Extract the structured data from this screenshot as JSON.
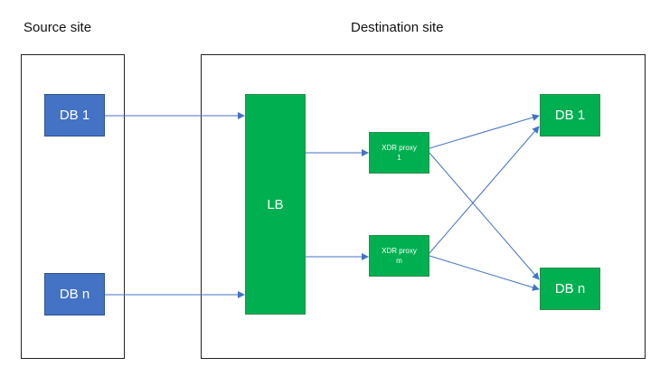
{
  "source_site": {
    "title": "Source site",
    "nodes": [
      {
        "id": "src_db1",
        "label": "DB 1"
      },
      {
        "id": "src_dbn",
        "label": "DB n"
      }
    ]
  },
  "destination_site": {
    "title": "Destination site",
    "load_balancer": {
      "id": "lb",
      "label": "LB"
    },
    "proxies": [
      {
        "id": "proxy1",
        "label": "XDR proxy\n1"
      },
      {
        "id": "proxym",
        "label": "XDR proxy\nm"
      }
    ],
    "nodes": [
      {
        "id": "dst_db1",
        "label": "DB 1"
      },
      {
        "id": "dst_dbn",
        "label": "DB n"
      }
    ]
  },
  "edges": [
    {
      "from": "src_db1",
      "to": "lb"
    },
    {
      "from": "src_dbn",
      "to": "lb"
    },
    {
      "from": "lb",
      "to": "proxy1"
    },
    {
      "from": "lb",
      "to": "proxym"
    },
    {
      "from": "proxy1",
      "to": "dst_db1"
    },
    {
      "from": "proxy1",
      "to": "dst_dbn"
    },
    {
      "from": "proxym",
      "to": "dst_db1"
    },
    {
      "from": "proxym",
      "to": "dst_dbn"
    }
  ],
  "colors": {
    "source_db": "#4472c4",
    "destination_node": "#00b050",
    "connector": "#4472c4"
  }
}
